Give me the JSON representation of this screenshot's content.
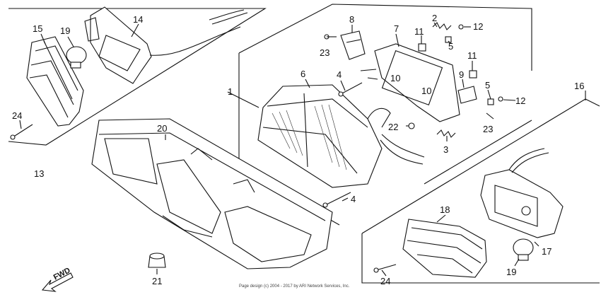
{
  "diagram": {
    "parts": [
      {
        "id": "p1",
        "label": "1"
      },
      {
        "id": "p2",
        "label": "2"
      },
      {
        "id": "p3",
        "label": "3"
      },
      {
        "id": "p4a",
        "label": "4"
      },
      {
        "id": "p4b",
        "label": "4"
      },
      {
        "id": "p5a",
        "label": "5"
      },
      {
        "id": "p5b",
        "label": "5"
      },
      {
        "id": "p6",
        "label": "6"
      },
      {
        "id": "p7",
        "label": "7"
      },
      {
        "id": "p8",
        "label": "8"
      },
      {
        "id": "p9",
        "label": "9"
      },
      {
        "id": "p10a",
        "label": "10"
      },
      {
        "id": "p10b",
        "label": "10"
      },
      {
        "id": "p11a",
        "label": "11"
      },
      {
        "id": "p11b",
        "label": "11"
      },
      {
        "id": "p12a",
        "label": "12"
      },
      {
        "id": "p12b",
        "label": "12"
      },
      {
        "id": "p13",
        "label": "13"
      },
      {
        "id": "p14",
        "label": "14"
      },
      {
        "id": "p15",
        "label": "15"
      },
      {
        "id": "p16",
        "label": "16"
      },
      {
        "id": "p17",
        "label": "17"
      },
      {
        "id": "p18",
        "label": "18"
      },
      {
        "id": "p19a",
        "label": "19"
      },
      {
        "id": "p19b",
        "label": "19"
      },
      {
        "id": "p20",
        "label": "20"
      },
      {
        "id": "p21",
        "label": "21"
      },
      {
        "id": "p22",
        "label": "22"
      },
      {
        "id": "p23a",
        "label": "23"
      },
      {
        "id": "p23b",
        "label": "23"
      },
      {
        "id": "p24a",
        "label": "24"
      },
      {
        "id": "p24b",
        "label": "24"
      }
    ],
    "direction_label": "FWD",
    "copyright": "Page design (c) 2004 - 2017 by ARI Network Services, Inc."
  }
}
